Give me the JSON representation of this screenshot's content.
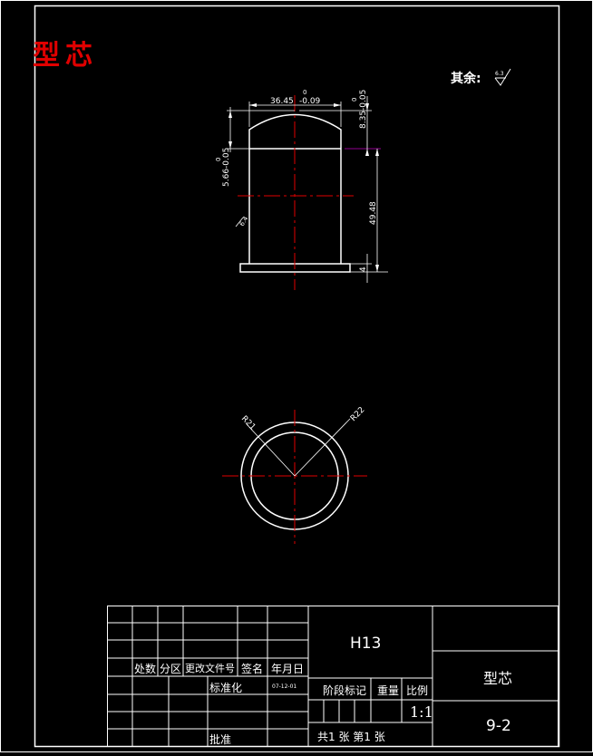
{
  "title_red": "型芯",
  "roughness": {
    "label": "其余:",
    "value": "6.3"
  },
  "front_view": {
    "dims": {
      "top_width": "36.45",
      "top_width_tol": "-0.09",
      "top_width_upper": "0",
      "cap_height": "8.35",
      "cap_height_tol": "-0.05",
      "cap_height_upper": "0",
      "left_dim": "5.66",
      "left_dim_tol": "-0.05",
      "left_dim_upper": "0",
      "body_height": "49.48",
      "base_height": "4",
      "left_note": "6.4"
    }
  },
  "top_view": {
    "r_inner": "R21",
    "r_outer": "R22"
  },
  "title_block": {
    "material": "H13",
    "part_name": "型芯",
    "drawing_no": "9-2",
    "scale": "1:1",
    "headers": {
      "count": "处数",
      "zone": "分区",
      "change_doc": "更改文件号",
      "signature": "签名",
      "date": "年月日",
      "standardize": "标准化",
      "date_value": "07-12-01",
      "stage_mark": "阶段标记",
      "weight": "重量",
      "ratio": "比例",
      "approve": "批准",
      "sheets": "共1 张 第1 张"
    }
  }
}
